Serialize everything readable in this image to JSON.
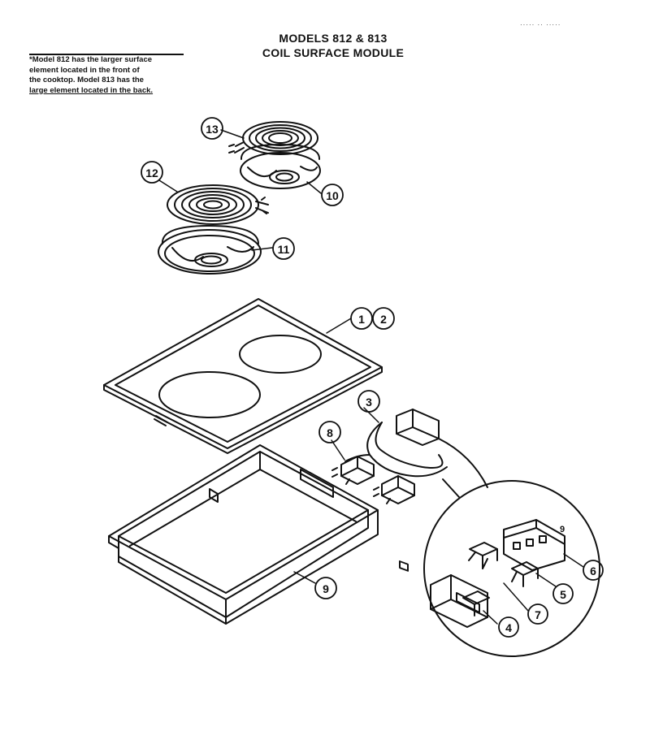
{
  "header": {
    "corner_code": "·····  ·· ·····",
    "title_line1": "MODELS 812 & 813",
    "title_line2": "COIL SURFACE MODULE"
  },
  "note": {
    "line1": "*Model 812 has the larger surface",
    "line2": "element located in the front of",
    "line3": "the cooktop.  Model 813 has the",
    "line4": "large element located in the back."
  },
  "callouts": {
    "c1": "1",
    "c2": "2",
    "c3": "3",
    "c4": "4",
    "c5": "5",
    "c6": "6",
    "c7": "7",
    "c8": "8",
    "c9": "9",
    "c10": "10",
    "c11": "11",
    "c12": "12",
    "c13": "13"
  },
  "detail_mark": "9"
}
